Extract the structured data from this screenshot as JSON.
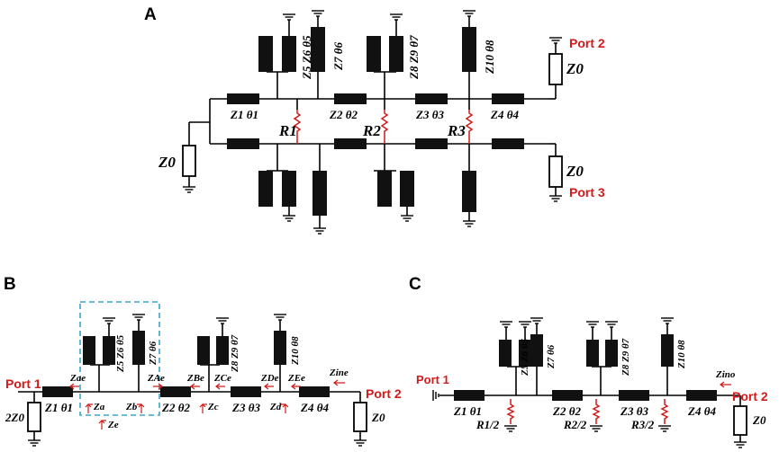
{
  "figure": {
    "panel_a": {
      "letter": "A",
      "ports": {
        "port2": "Port 2",
        "port3": "Port 3"
      },
      "source_impedance": "Z0",
      "load_impedance_2": "Z0",
      "load_impedance_3": "Z0",
      "lines": [
        "Z1 θ1",
        "Z2 θ2",
        "Z3 θ3",
        "Z4 θ4"
      ],
      "stubs": [
        "Z5 Z6 θ5",
        "Z7 θ6",
        "Z8 Z9 θ7",
        "Z10 θ8"
      ],
      "resistors": [
        "R1",
        "R2",
        "R3"
      ]
    },
    "panel_b": {
      "letter": "B",
      "port1": "Port 1",
      "port2": "Port 2",
      "source_impedance": "2Z0",
      "load_impedance": "Z0",
      "lines": [
        "Z1 θ1",
        "Z2 θ2",
        "Z3 θ3",
        "Z4 θ4"
      ],
      "stubs": [
        "Z5 Z6 θ5",
        "Z7 θ6",
        "Z8 Z9 θ7",
        "Z10 θ8"
      ],
      "impedances": [
        "Zae",
        "Za",
        "Zb",
        "ZAe",
        "Ze",
        "ZBe",
        "Zc",
        "ZCe",
        "ZDe",
        "Zd",
        "ZEe",
        "Zine"
      ]
    },
    "panel_c": {
      "letter": "C",
      "port1": "Port 1",
      "port2": "Port 2",
      "load_impedance": "Z0",
      "lines": [
        "Z1 θ1",
        "Z2 θ2",
        "Z3 θ3",
        "Z4 θ4"
      ],
      "stubs": [
        "Z5 Z6 θ5",
        "Z7 θ6",
        "Z8 Z9 θ7",
        "Z10 θ8"
      ],
      "resistors": [
        "R1/2",
        "R2/2",
        "R3/2"
      ],
      "impedances": [
        "Zino"
      ]
    },
    "colors": {
      "accent": "#d21a1a",
      "dashed_box": "#3aa3c9",
      "element": "#111111"
    }
  }
}
